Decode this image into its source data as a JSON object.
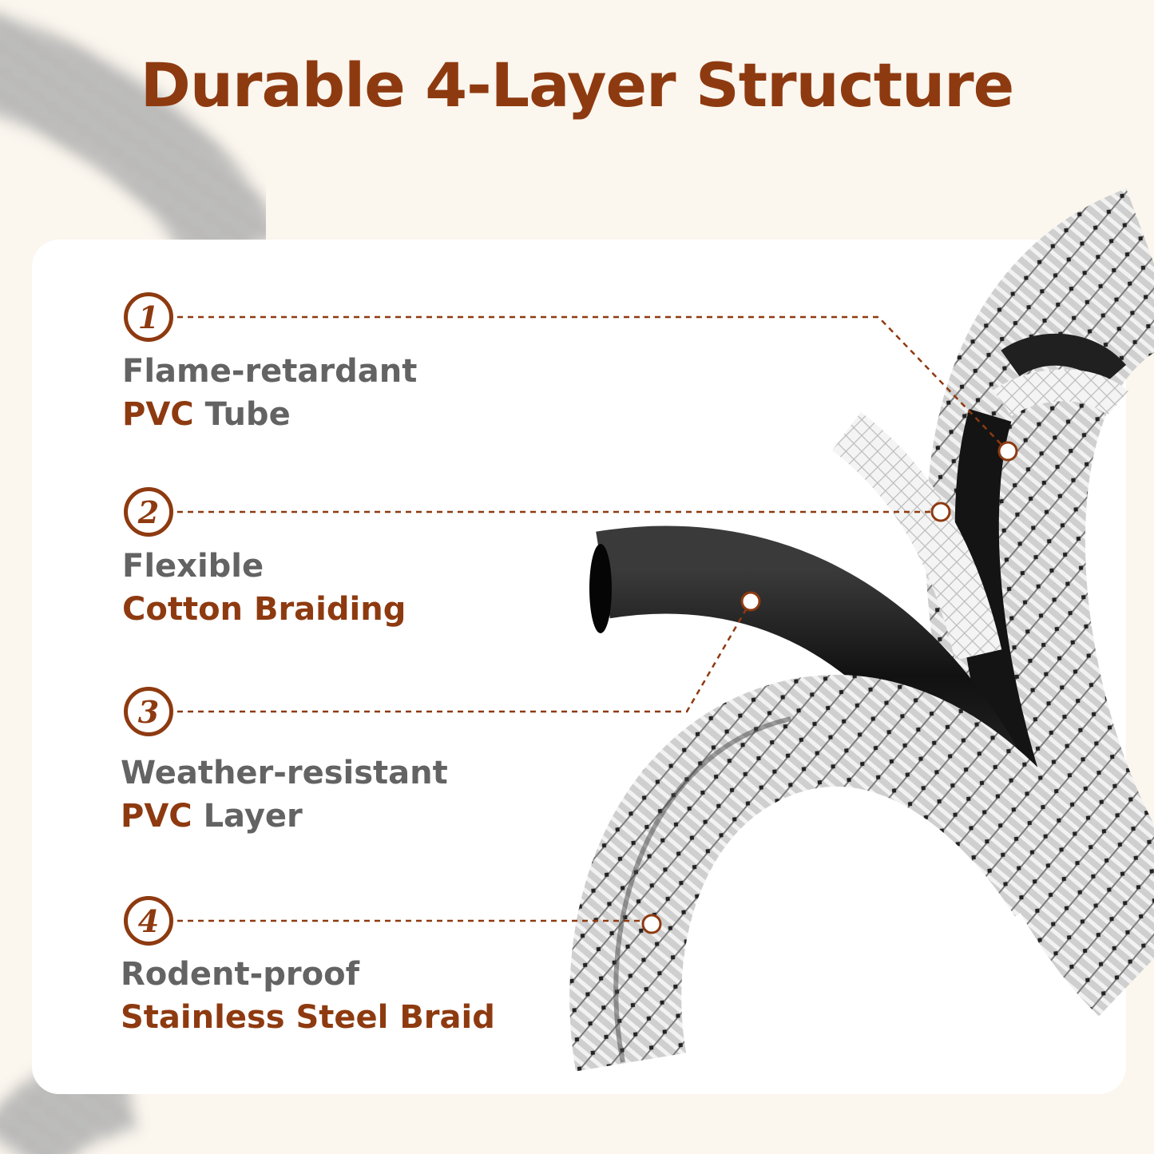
{
  "title": "Durable 4-Layer Structure",
  "colors": {
    "accent": "#8e3a10",
    "text_gray": "#636363",
    "background": "#fbf6ee",
    "card": "#ffffff"
  },
  "layers": [
    {
      "number": "1",
      "line1": "Flame-retardant",
      "line2_accent": "PVC",
      "line2_rest": " Tube"
    },
    {
      "number": "2",
      "line1": "Flexible",
      "line2_accent": "Cotton Braiding",
      "line2_rest": ""
    },
    {
      "number": "3",
      "line1": "Weather-resistant",
      "line2_accent": "PVC",
      "line2_rest": " Layer"
    },
    {
      "number": "4",
      "line1": "Rodent-proof",
      "line2_accent": "Stainless Steel Braid",
      "line2_rest": ""
    }
  ]
}
